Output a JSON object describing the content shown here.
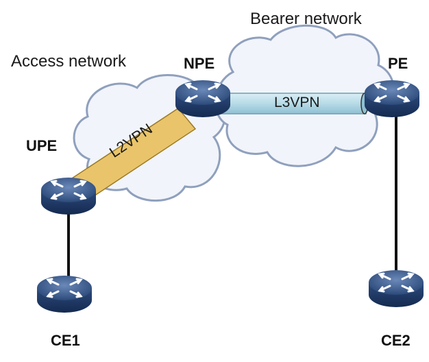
{
  "networks": {
    "access": "Access network",
    "bearer": "Bearer network"
  },
  "tunnels": {
    "l2vpn": "L2VPN",
    "l3vpn": "L3VPN"
  },
  "devices": {
    "upe": "UPE",
    "npe": "NPE",
    "pe": "PE",
    "ce1": "CE1",
    "ce2": "CE2"
  },
  "colors": {
    "cloud_fill": "#f1f4fa",
    "cloud_stroke": "#8fa0bd",
    "router_top": "#3d5c8c",
    "router_side": "#1e3a66",
    "l2vpn_fill": "#e9c46a",
    "l3vpn_fill": "#bfe0ea",
    "link": "#111111"
  },
  "icons": {
    "router": "router-icon"
  }
}
